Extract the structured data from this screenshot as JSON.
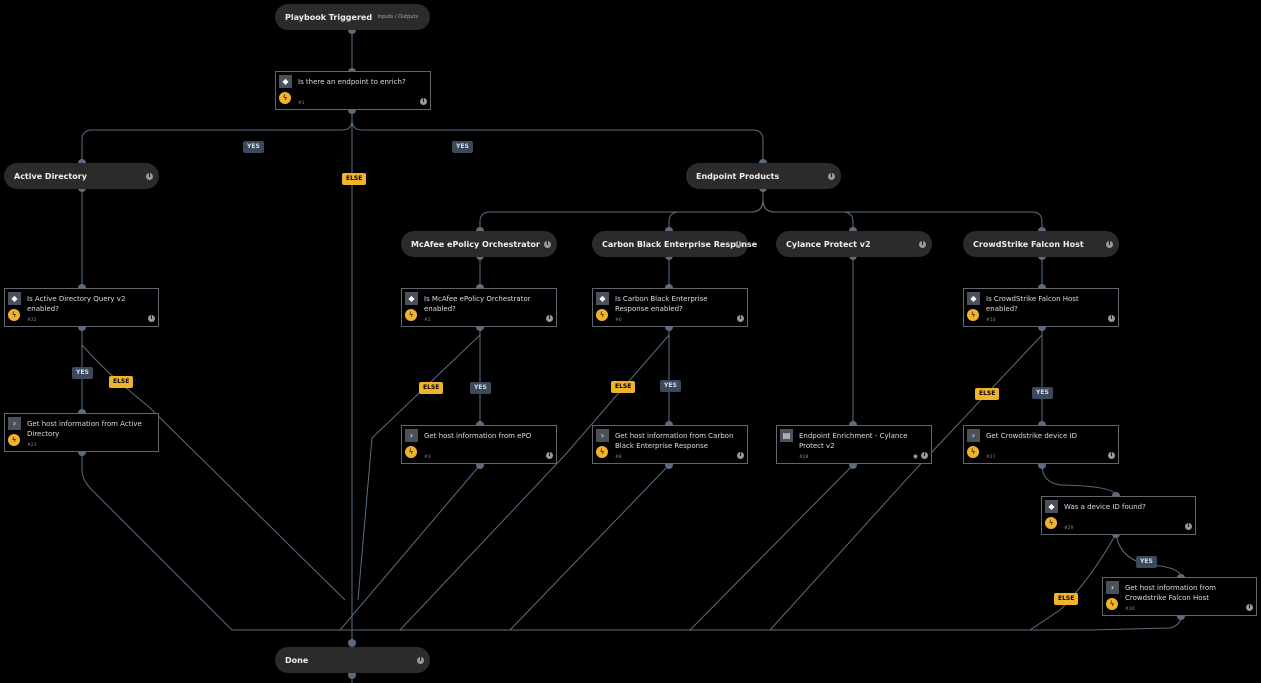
{
  "colors": {
    "background": "#000000",
    "node": "#2b2b2b",
    "wire": "#5c6c7e",
    "else": "#f2b32c",
    "yes": "#3a4a5c"
  },
  "start": {
    "label": "Playbook Triggered",
    "side": "Inputs / Outputs"
  },
  "end": {
    "label": "Done"
  },
  "sections": {
    "ad": "Active Directory",
    "endpoint": "Endpoint Products",
    "mcafee": "McAfee ePolicy Orchestrator",
    "carbon": "Carbon Black Enterprise Response",
    "cylance": "Cylance Protect v2",
    "crowd": "CrowdStrike Falcon Host"
  },
  "tasks": {
    "endpoint_check": {
      "title": "Is there an endpoint to enrich?",
      "id": "#1"
    },
    "ad_check": {
      "title": "Is Active Directory Query v2 enabled?",
      "id": "#22"
    },
    "ad_get": {
      "title": "Get host information from Active Directory",
      "id": "#23"
    },
    "mcafee_check": {
      "title": "Is McAfee ePolicy Orchestrator enabled?",
      "id": "#2"
    },
    "mcafee_get": {
      "title": "Get host information from ePO",
      "id": "#3"
    },
    "carbon_check": {
      "title": "Is Carbon Black Enterprise Response enabled?",
      "id": "#6"
    },
    "carbon_get": {
      "title": "Get host information from Carbon Black Enterprise Response",
      "id": "#8"
    },
    "cylance_enrich": {
      "title": "Endpoint Enrichment - Cylance Protect v2",
      "id": "#28"
    },
    "crowd_check": {
      "title": "Is CrowdStrike Falcon Host enabled?",
      "id": "#10"
    },
    "crowd_get_id": {
      "title": "Get Crowdstrike device ID",
      "id": "#27"
    },
    "device_found": {
      "title": "Was a device ID found?",
      "id": "#29"
    },
    "crowd_get": {
      "title": "Get host information from Crowdstrike Falcon Host",
      "id": "#30"
    }
  },
  "labels": {
    "yes": "YES",
    "else": "ELSE"
  }
}
